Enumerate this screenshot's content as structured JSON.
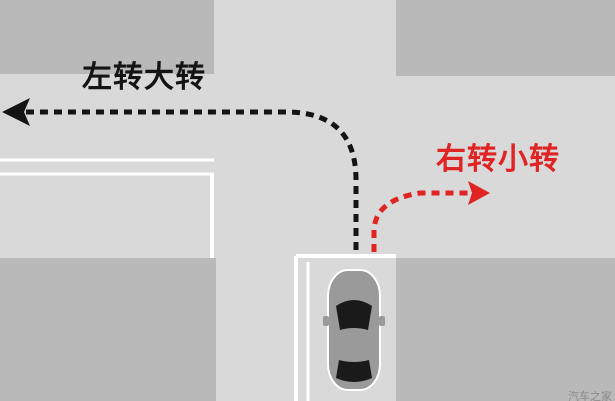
{
  "labels": {
    "left_turn": "左转大转",
    "right_turn": "右转小转"
  },
  "watermark": "汽车之家",
  "colors": {
    "left_turn_arrow": "#141414",
    "right_turn_arrow": "#e02323",
    "road": "#d9d9d9",
    "block": "#b9b9b9",
    "lane_line": "#ffffff",
    "car_body": "#9a9a9a",
    "car_glass": "#1a1a1a"
  }
}
